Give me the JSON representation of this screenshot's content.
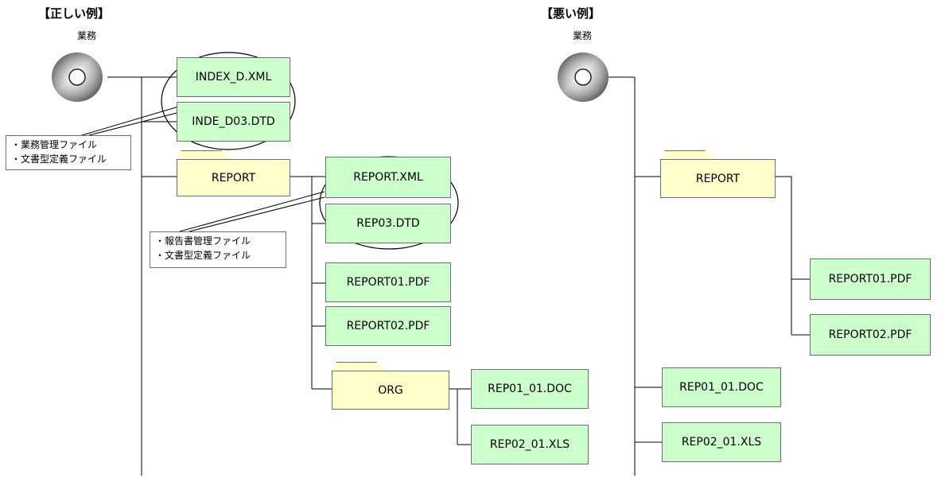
{
  "correct": {
    "heading": "【正しい例】",
    "cd_label": "業務",
    "files": {
      "index_xml": "INDEX_D.XML",
      "index_dtd": "INDE_D03.DTD",
      "report_xml": "REPORT.XML",
      "report_dtd": "REP03.DTD",
      "pdf1": "REPORT01.PDF",
      "pdf2": "REPORT02.PDF",
      "doc": "REP01_01.DOC",
      "xls": "REP02_01.XLS"
    },
    "folders": {
      "report": "REPORT",
      "org": "ORG"
    },
    "callout1": {
      "line1": "・業務管理ファイル",
      "line2": "・文書型定義ファイル"
    },
    "callout2": {
      "line1": "・報告書管理ファイル",
      "line2": "・文書型定義ファイル"
    }
  },
  "wrong": {
    "heading": "【悪い例】",
    "cd_label": "業務",
    "folders": {
      "report": "REPORT"
    },
    "files": {
      "pdf1": "REPORT01.PDF",
      "pdf2": "REPORT02.PDF",
      "doc": "REP01_01.DOC",
      "xls": "REP02_01.XLS"
    }
  },
  "colors": {
    "file_fill": "#ccffcc",
    "folder_fill": "#ffffcc",
    "line": "#000000"
  }
}
